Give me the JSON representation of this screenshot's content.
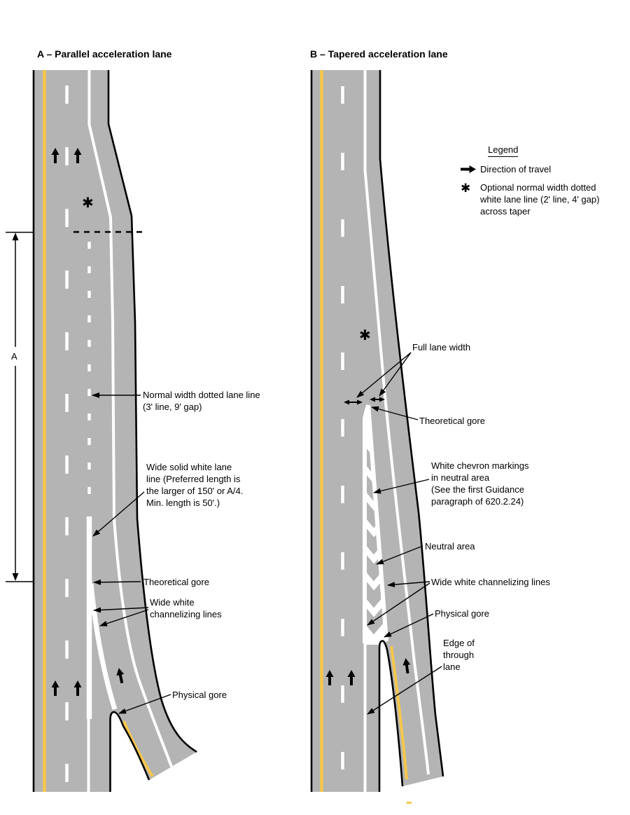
{
  "figure": {
    "panel_a": {
      "title": "A – Parallel acceleration lane",
      "dimension_label": "A",
      "labels": {
        "dotted_lane_line": "Normal width dotted lane line\n(3' line, 9' gap)",
        "wide_solid_lane_line": "Wide solid white lane\nline (Preferred length is\nthe larger of 150' or A/4.\nMin. length is 50'.)",
        "theoretical_gore": "Theoretical gore",
        "channelizing_lines": "Wide white\nchannelizing lines",
        "physical_gore": "Physical gore"
      }
    },
    "panel_b": {
      "title": "B – Tapered acceleration lane",
      "labels": {
        "full_lane_width": "Full lane width",
        "theoretical_gore": "Theoretical gore",
        "chevron_markings": "White chevron markings\nin neutral area\n(See the first Guidance\nparagraph of 620.2.24)",
        "neutral_area": "Neutral area",
        "channelizing_lines": "Wide white channelizing lines",
        "physical_gore": "Physical gore",
        "edge_of_through_lane": "Edge of\nthrough\nlane"
      }
    },
    "legend": {
      "heading": "Legend",
      "items": [
        {
          "icon": "right-arrow",
          "label": "Direction of travel"
        },
        {
          "icon": "heavy-asterisk",
          "label": "Optional normal width dotted\nwhite lane line (2' line, 4' gap)\nacross taper"
        }
      ]
    },
    "symbols": {
      "asterisk": "✱"
    },
    "colors": {
      "pavement": "#B4B4B4",
      "yellow_line": "#F6C74B",
      "marking_white": "#FFFFFF",
      "outline_black": "#000000"
    }
  }
}
